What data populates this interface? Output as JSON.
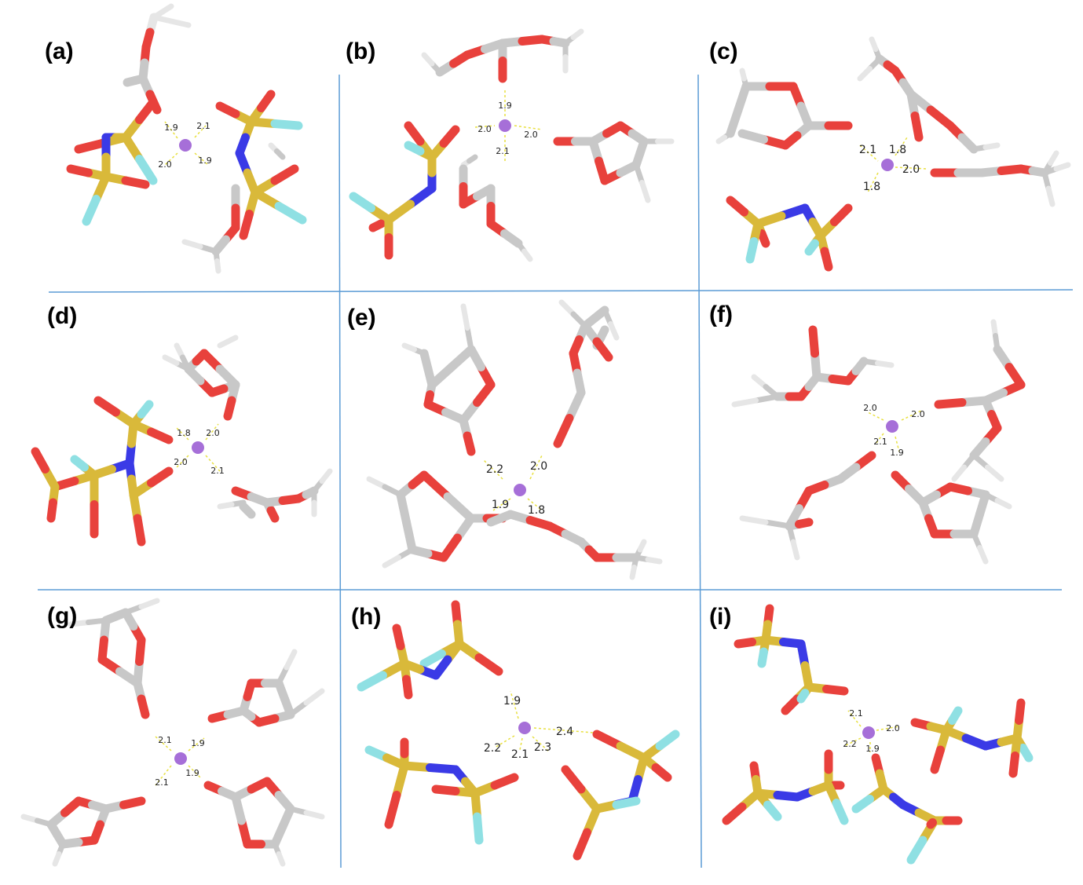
{
  "figure": {
    "panels": [
      {
        "label": "(a)",
        "distances": [
          "1.9",
          "2.1",
          "2.0",
          "1.9"
        ]
      },
      {
        "label": "(b)",
        "distances": [
          "1.9",
          "2.0",
          "2.0",
          "2.1"
        ]
      },
      {
        "label": "(c)",
        "distances": [
          "2.1",
          "1.8",
          "2.0",
          "1.8"
        ]
      },
      {
        "label": "(d)",
        "distances": [
          "1.8",
          "2.0",
          "2.0",
          "2.1"
        ]
      },
      {
        "label": "(e)",
        "distances": [
          "2.2",
          "2.0",
          "1.9",
          "1.8"
        ]
      },
      {
        "label": "(f)",
        "distances": [
          "2.0",
          "2.0",
          "2.1",
          "1.9"
        ]
      },
      {
        "label": "(g)",
        "distances": [
          "2.1",
          "1.9",
          "2.1",
          "1.9"
        ]
      },
      {
        "label": "(h)",
        "distances": [
          "1.9",
          "2.4",
          "2.2",
          "2.1",
          "2.3"
        ]
      },
      {
        "label": "(i)",
        "distances": [
          "2.1",
          "2.0",
          "2.2",
          "1.9"
        ]
      }
    ],
    "colors": {
      "carbon": "#c8c8c8",
      "carbon_dark": "#8a8a8a",
      "hydrogen": "#e6e6e6",
      "oxygen": "#e8413c",
      "nitrogen": "#3a3ae6",
      "sulfur": "#d9b93a",
      "fluorine": "#8fe0e3",
      "lithium": "#a66fd8",
      "contact": "#e8e040",
      "divider": "#5b9bd5"
    }
  }
}
